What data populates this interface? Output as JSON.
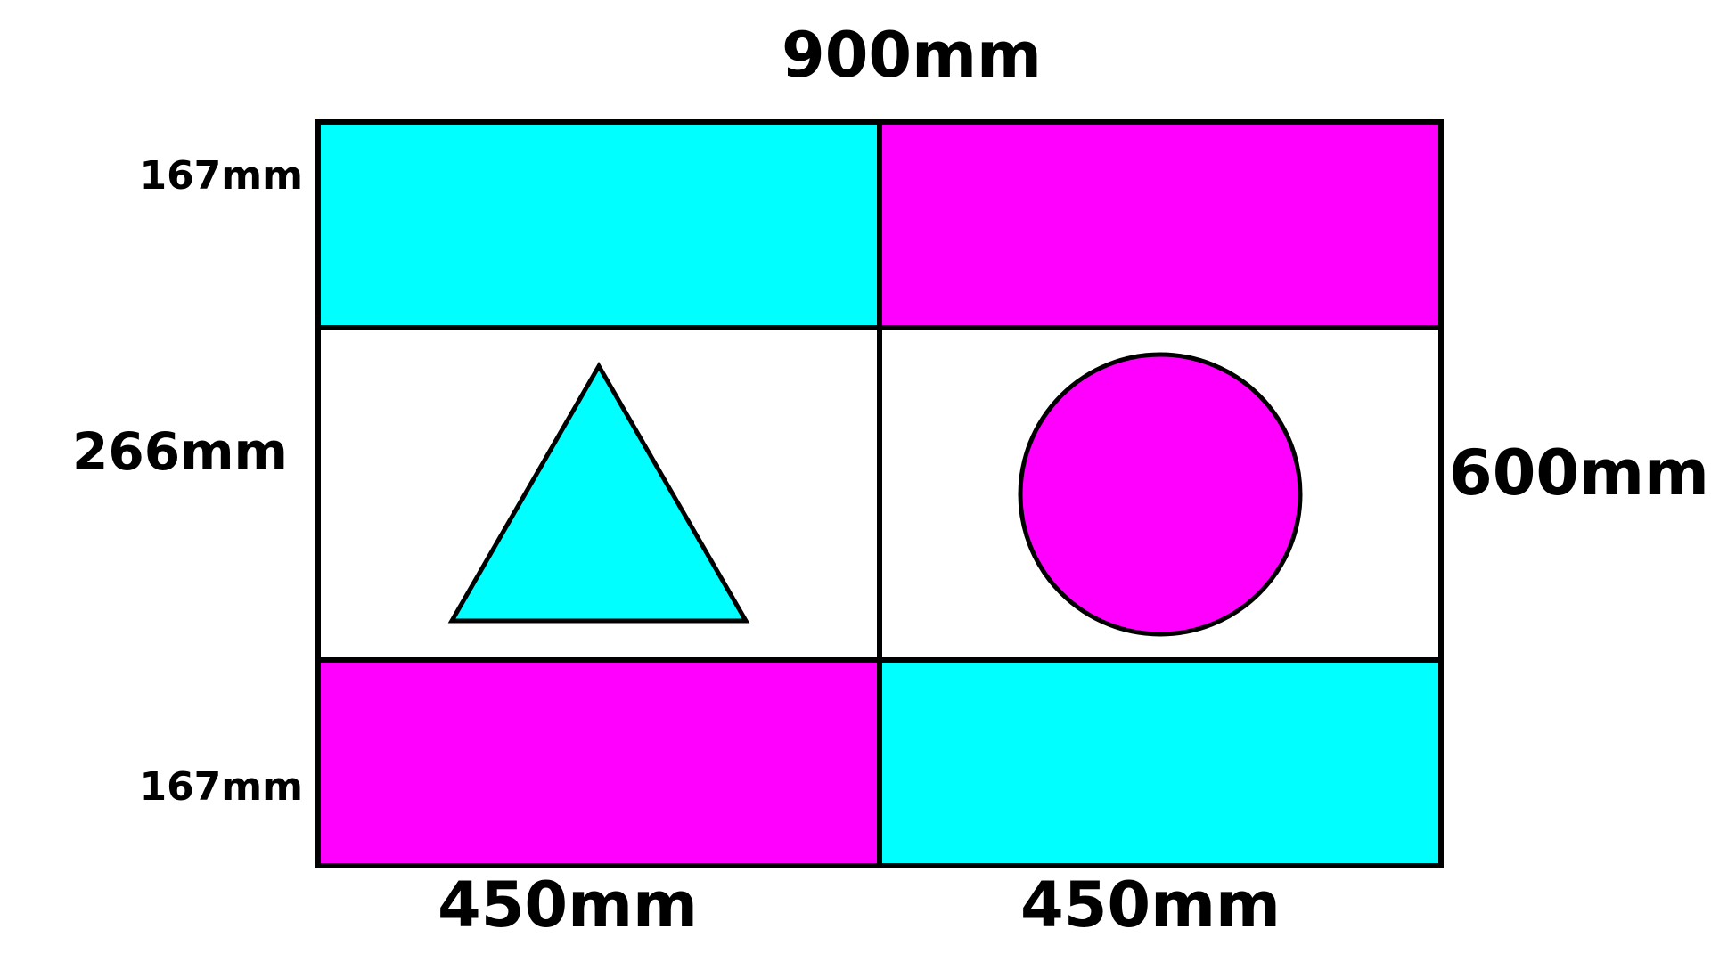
{
  "dimensions": {
    "total_width": "900mm",
    "total_height": "600mm",
    "top_row_height": "167mm",
    "middle_row_height": "266mm",
    "bottom_row_height": "167mm",
    "left_column_width": "450mm",
    "right_column_width": "450mm"
  },
  "colors": {
    "cyan": "#00FFFF",
    "magenta": "#FF00FF",
    "white": "#FFFFFF",
    "outline": "#000000"
  },
  "panels": {
    "top_left": "cyan",
    "top_right": "magenta",
    "middle_left": "white",
    "middle_right": "white",
    "bottom_left": "magenta",
    "bottom_right": "cyan"
  },
  "shapes": {
    "middle_left_shape": "triangle",
    "middle_left_shape_color": "cyan",
    "middle_right_shape": "circle",
    "middle_right_shape_color": "magenta"
  }
}
